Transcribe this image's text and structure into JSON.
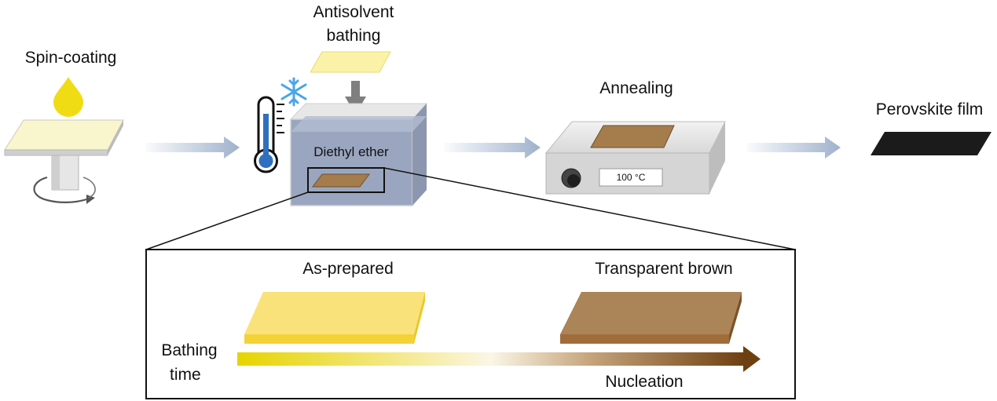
{
  "steps": {
    "spin_coating": "Spin-coating",
    "antisolvent_line1": "Antisolvent",
    "antisolvent_line2": "bathing",
    "diethyl_ether": "Diethyl ether",
    "annealing": "Annealing",
    "temperature": "100 °C",
    "perovskite_film": "Perovskite film"
  },
  "inset": {
    "as_prepared": "As-prepared",
    "transparent_brown": "Transparent brown",
    "bathing_time_line1": "Bathing",
    "bathing_time_line2": "time",
    "nucleation": "Nucleation"
  },
  "colors": {
    "precursor_yellow": "#f3dc5a",
    "film_brown": "#a57c4c",
    "perovskite_black": "#1b1b1b",
    "flow_arrow": "#9fb1cc",
    "ether_blue": "#9aa6bf",
    "snowflake": "#4aa6e8",
    "thermometer_blue": "#2f6fc0"
  }
}
